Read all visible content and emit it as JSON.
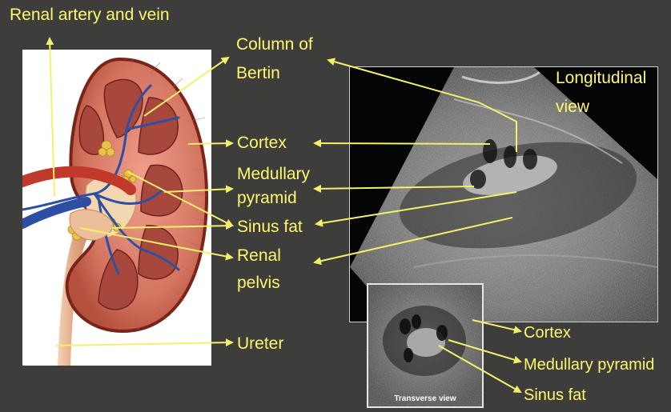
{
  "labels": {
    "renal_artery_vein": "Renal artery and vein",
    "column_of_bertin_line1": "Column of",
    "column_of_bertin_line2": "Bertin",
    "cortex": "Cortex",
    "medullary_line1": "Medullary",
    "medullary_line2": "pyramid",
    "sinus_fat": "Sinus fat",
    "renal_pelvis_line1": "Renal",
    "renal_pelvis_line2": "pelvis",
    "ureter": "Ureter",
    "longitudinal_line1": "Longitudinal",
    "longitudinal_line2": "view",
    "tv_cortex": "Cortex",
    "tv_medullary": "Medullary pyramid",
    "tv_sinus_fat": "Sinus fat",
    "transverse_caption": "Transverse view"
  },
  "colors": {
    "background": "#3d3d3b",
    "label_yellow": "#fff86e",
    "pointer_yellow": "#f5f06a",
    "kidney_cortex": "#c9675a",
    "kidney_capsule": "#7a2418",
    "pyramid": "#a8483c",
    "vein_blue": "#2d4fa3",
    "artery_red": "#c0392b",
    "sinus_fat_yellow": "#e8c24a",
    "ureter": "#e7b594"
  }
}
